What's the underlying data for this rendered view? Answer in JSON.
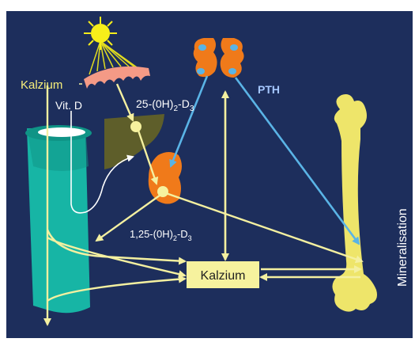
{
  "labels": {
    "calcium_top": "Kalzium",
    "vit_d": "Vit. D",
    "hydroxy_25_main": "25-(0H)",
    "hydroxy_25_sub1": "2",
    "hydroxy_25_mid": "-D",
    "hydroxy_25_sub2": "3",
    "pth": "PTH",
    "dihydroxy_main": "1,25-(0H)",
    "dihydroxy_sub1": "2",
    "dihydroxy_mid": "-D",
    "dihydroxy_sub2": "3",
    "calcium_box": "Kalzium",
    "mineralisation": "Mineralisation"
  },
  "colors": {
    "background": "#1d2e5c",
    "arrow_yellow": "#f4f0a0",
    "arrow_blue": "#5ab4e6",
    "sun": "#f6ee1a",
    "skin": "#f49a86",
    "liver": "#5e5e2a",
    "kidney": "#f07a1a",
    "parathyroid": "#f07a1a",
    "intestine": "#17b5a5",
    "bone": "#eee56a",
    "calcium_box": "#f6f29e",
    "label_yellow": "#f6ee7a",
    "label_white": "#ffffff",
    "label_pth": "#a6c8ff"
  }
}
